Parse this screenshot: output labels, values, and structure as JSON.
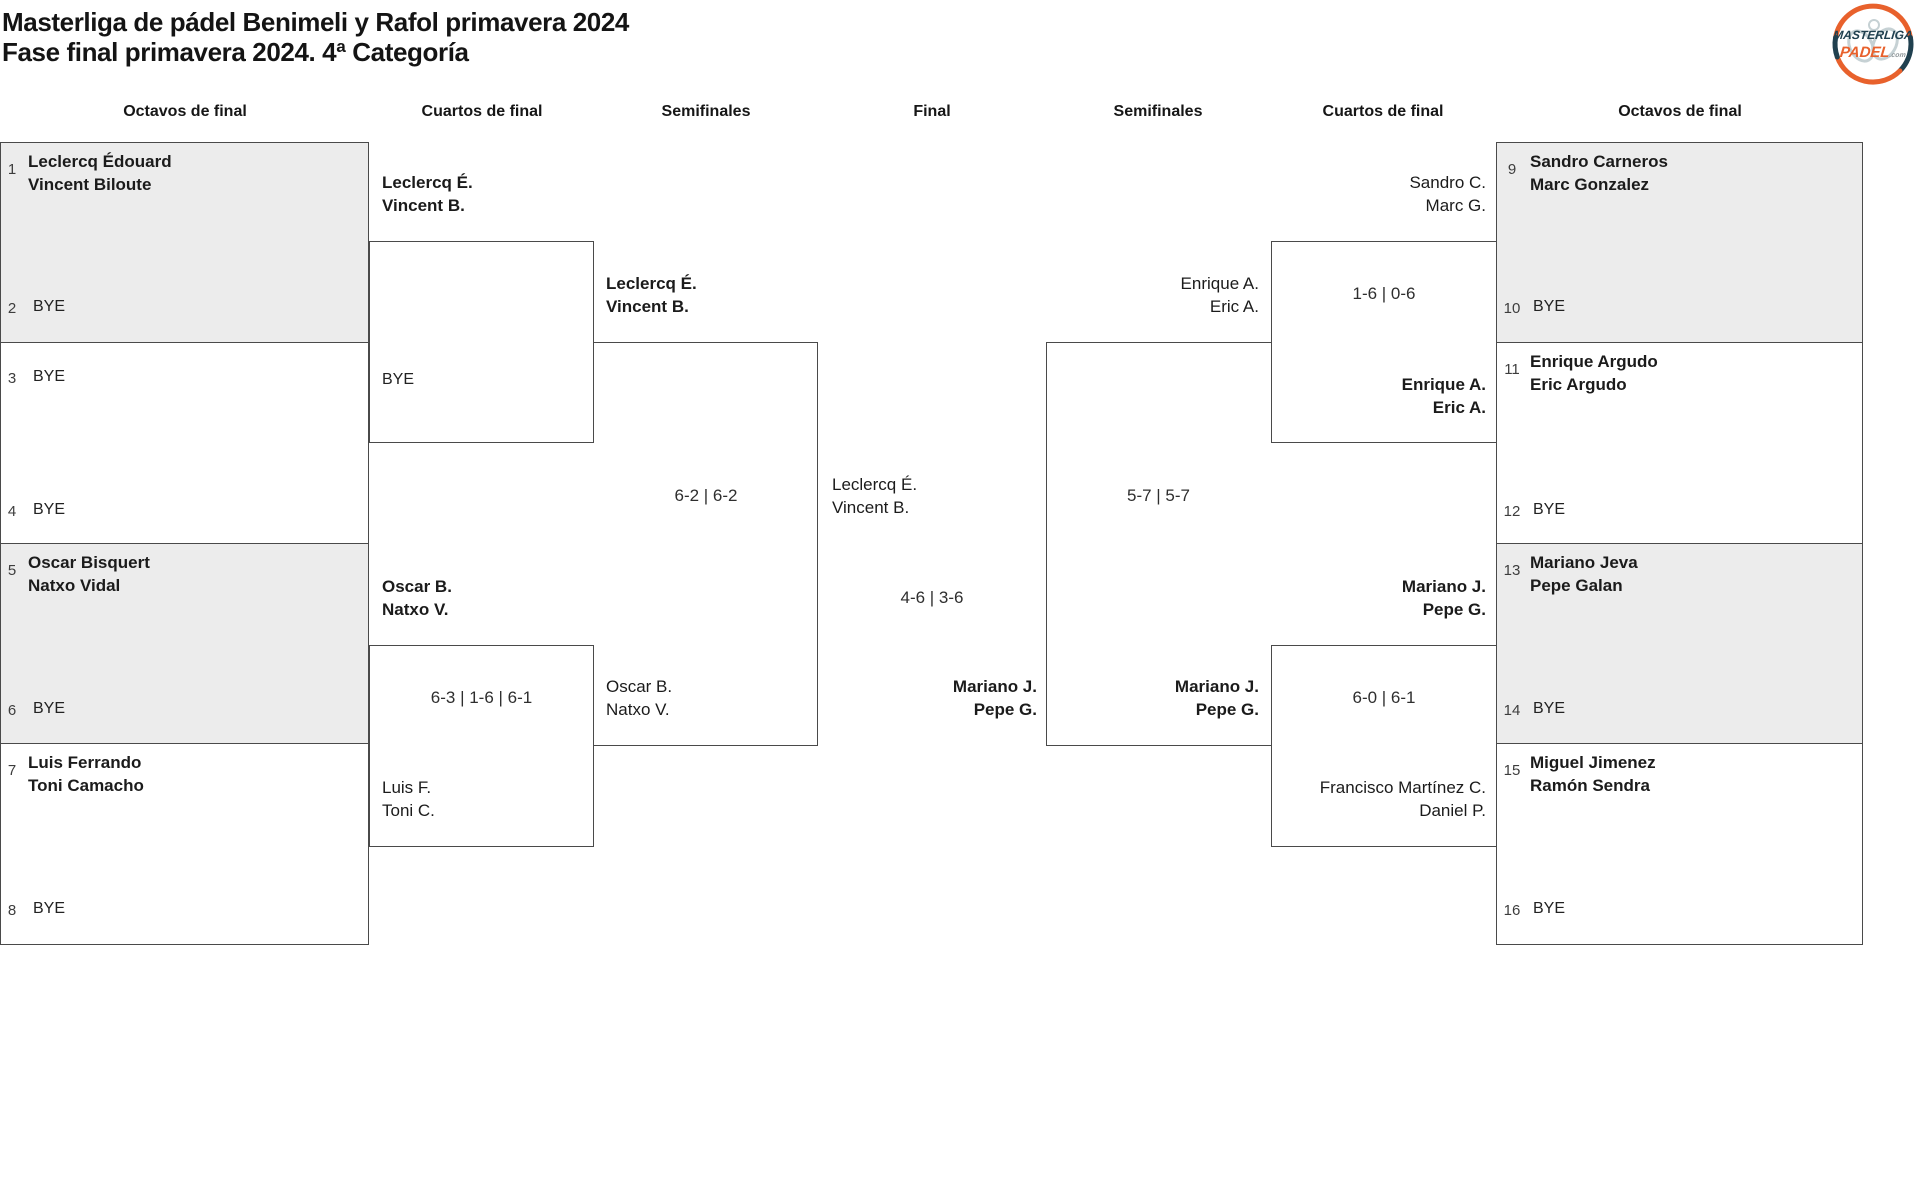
{
  "title": {
    "line1": "Masterliga de pádel Benimeli y Rafol primavera 2024",
    "line2": "Fase final primavera 2024. 4ª Categoría"
  },
  "logo": {
    "top": "MASTERLIGA",
    "bottom": "PADEL",
    "tld": ".com"
  },
  "headers": [
    "Octavos de final",
    "Cuartos de final",
    "Semifinales",
    "Final",
    "Semifinales",
    "Cuartos de final",
    "Octavos de final"
  ],
  "octavos": [
    {
      "seed1": "1",
      "t1l1": "Leclercq Édouard",
      "t1l2": "Vincent Biloute",
      "seed2": "2",
      "t2": "BYE"
    },
    {
      "seed1": "3",
      "t1": "BYE",
      "seed2": "4",
      "t2": "BYE"
    },
    {
      "seed1": "5",
      "t1l1": "Oscar Bisquert",
      "t1l2": "Natxo Vidal",
      "seed2": "6",
      "t2": "BYE"
    },
    {
      "seed1": "7",
      "t1l1": "Luis Ferrando",
      "t1l2": "Toni Camacho",
      "seed2": "8",
      "t2": "BYE"
    },
    {
      "seed1": "9",
      "t1l1": "Sandro Carneros",
      "t1l2": "Marc Gonzalez",
      "seed2": "10",
      "t2": "BYE"
    },
    {
      "seed1": "11",
      "t1l1": "Enrique Argudo",
      "t1l2": "Eric Argudo",
      "seed2": "12",
      "t2": "BYE"
    },
    {
      "seed1": "13",
      "t1l1": "Mariano Jeva",
      "t1l2": "Pepe Galan",
      "seed2": "14",
      "t2": "BYE"
    },
    {
      "seed1": "15",
      "t1l1": "Miguel Jimenez",
      "t1l2": "Ramón Sendra",
      "seed2": "16",
      "t2": "BYE"
    }
  ],
  "cuartos": [
    {
      "t1l1": "Leclercq É.",
      "t1l2": "Vincent B.",
      "t2": "BYE",
      "winner": "top",
      "score": ""
    },
    {
      "t1l1": "Oscar B.",
      "t1l2": "Natxo V.",
      "t2l1": "Luis F.",
      "t2l2": "Toni C.",
      "winner": "top",
      "score": "6-3 | 1-6 | 6-1"
    },
    {
      "t1l1": "Sandro C.",
      "t1l2": "Marc G.",
      "t2l1": "Enrique A.",
      "t2l2": "Eric A.",
      "winner": "bottom",
      "score": "1-6 | 0-6"
    },
    {
      "t1l1": "Mariano J.",
      "t1l2": "Pepe G.",
      "t2l1": "Francisco Martínez C.",
      "t2l2": "Daniel P.",
      "winner": "top",
      "score": "6-0 | 6-1"
    }
  ],
  "semifinales": [
    {
      "t1l1": "Leclercq É.",
      "t1l2": "Vincent B.",
      "t2l1": "Oscar B.",
      "t2l2": "Natxo V.",
      "winner": "top",
      "score": "6-2 | 6-2"
    },
    {
      "t1l1": "Enrique A.",
      "t1l2": "Eric A.",
      "t2l1": "Mariano J.",
      "t2l2": "Pepe G.",
      "winner": "bottom",
      "score": "5-7 | 5-7"
    }
  ],
  "final": {
    "t1l1": "Leclercq É.",
    "t1l2": "Vincent B.",
    "t2l1": "Mariano J.",
    "t2l2": "Pepe G.",
    "winner": "bottom",
    "score": "4-6 | 3-6"
  },
  "colors": {
    "accent_orange": "#E8612C",
    "navy": "#20404F",
    "box_gray": "#ECECEC",
    "border_gray": "#4A4A4A"
  }
}
